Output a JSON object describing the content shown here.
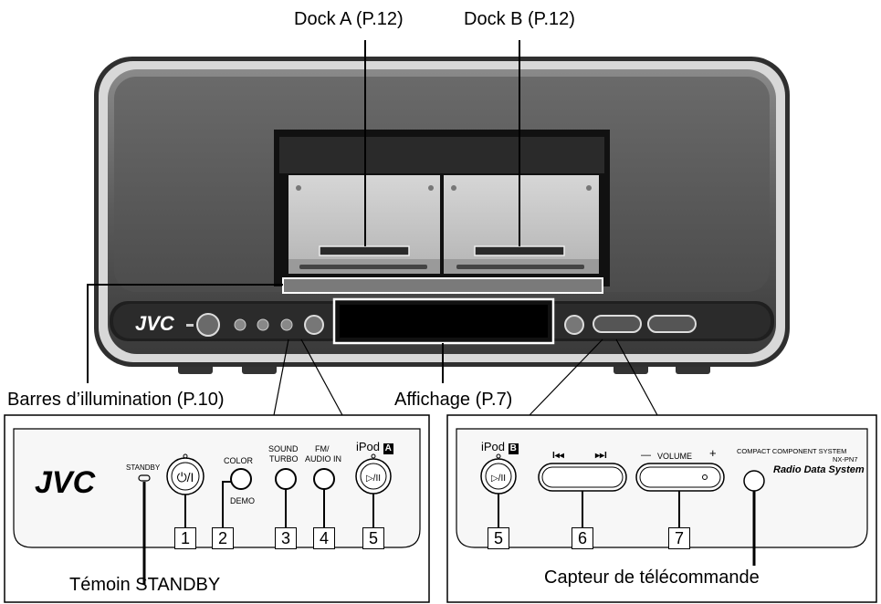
{
  "callouts": {
    "dock_a": "Dock A (P.12)",
    "dock_b": "Dock B (P.12)",
    "illumination": "Barres d’illumination (P.10)",
    "display": "Affichage (P.7)",
    "standby": "Témoin STANDBY",
    "remote_sensor": "Capteur de télécommande"
  },
  "device": {
    "brand": "JVC"
  },
  "left_panel": {
    "brand": "JVC",
    "standby_label": "STANDBY",
    "power_symbol": "⏻/I",
    "color_label": "COLOR",
    "demo_label": "DEMO",
    "sound_label_1": "SOUND",
    "sound_label_2": "TURBO",
    "fm_label_1": "FM/",
    "fm_label_2": "AUDIO IN",
    "ipod_a_label": "iPod",
    "ipod_a_badge": "A",
    "play_symbol": "▷/II",
    "numbers": [
      "1",
      "2",
      "3",
      "4",
      "5"
    ]
  },
  "right_panel": {
    "ipod_b_label": "iPod",
    "ipod_b_badge": "B",
    "play_symbol": "▷/II",
    "skip_back": "I◂◂",
    "skip_fwd": "▸▸I",
    "volume_minus": "—",
    "volume_label": "VOLUME",
    "volume_plus": "+",
    "system_line_1": "COMPACT COMPONENT SYSTEM",
    "system_line_2": "NX-PN7",
    "system_line_3": "Radio Data System",
    "numbers": [
      "5",
      "6",
      "7"
    ]
  }
}
